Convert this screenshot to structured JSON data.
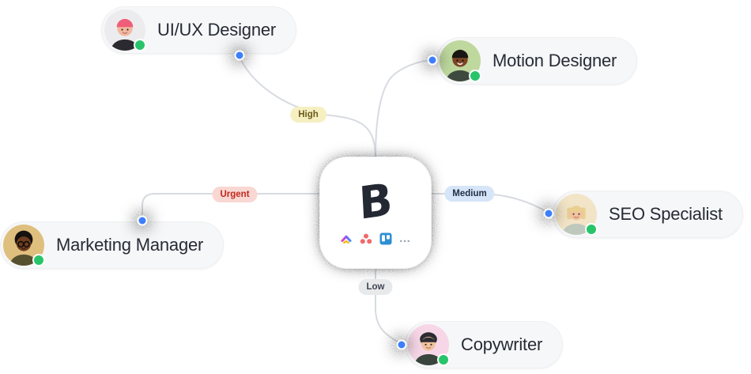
{
  "hub": {
    "logo_glyph": "B",
    "logo_name": "brand-logo-b",
    "integrations": [
      "clickup-icon",
      "asana-icon",
      "trello-icon"
    ],
    "more_label": "…"
  },
  "nodes": [
    {
      "label": "UI/UX Designer",
      "status": "online"
    },
    {
      "label": "Motion Designer",
      "status": "online"
    },
    {
      "label": "Marketing Manager",
      "status": "online"
    },
    {
      "label": "SEO Specialist",
      "status": "online"
    },
    {
      "label": "Copywriter",
      "status": "online"
    }
  ],
  "badges": [
    {
      "label": "High",
      "bg": "#F5EFC2",
      "color": "#6B5A1A"
    },
    {
      "label": "Urgent",
      "bg": "#F9D7D2",
      "color": "#C0281E"
    },
    {
      "label": "Medium",
      "bg": "#D6E5F7",
      "color": "#233046"
    },
    {
      "label": "Low",
      "bg": "#E8E9EB",
      "color": "#3F4450"
    }
  ],
  "colors": {
    "accent_blue": "#3D7FFB",
    "status_green": "#27C46A",
    "wire_gray": "#D7DBE0",
    "text_dark": "#262B35"
  }
}
